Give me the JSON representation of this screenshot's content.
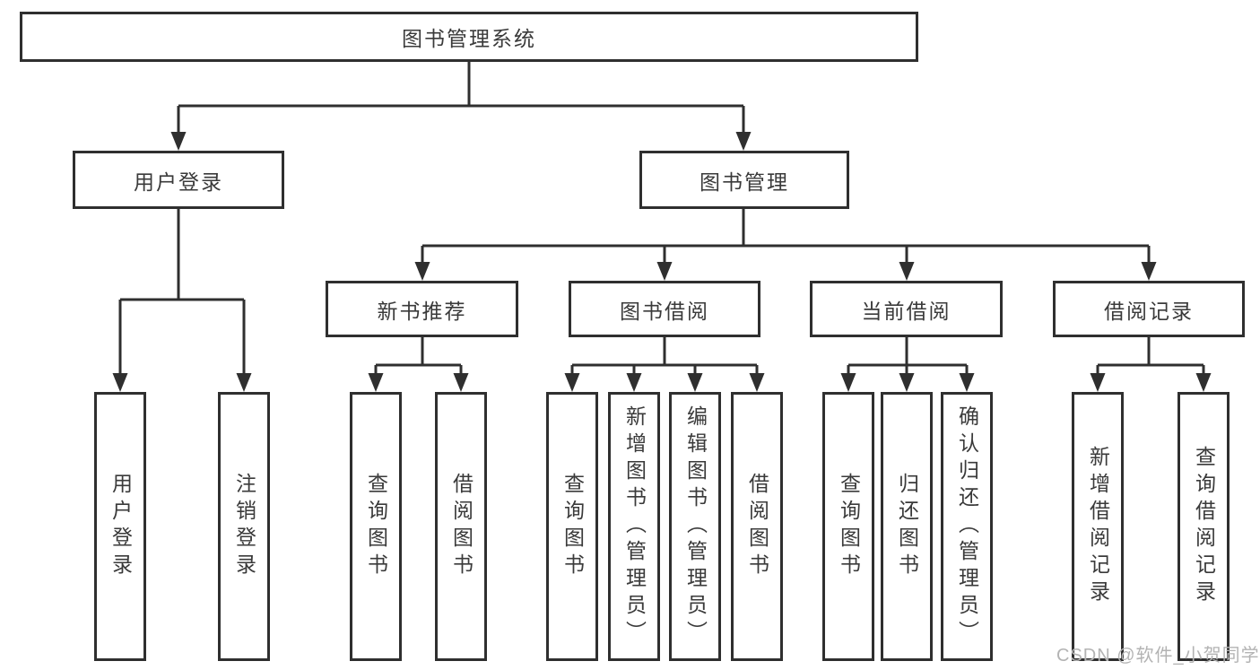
{
  "diagram": {
    "root": {
      "label": "图书管理系统"
    },
    "level2": [
      {
        "label": "用户登录"
      },
      {
        "label": "图书管理"
      }
    ],
    "level3": [
      {
        "label": "新书推荐",
        "parent": "图书管理"
      },
      {
        "label": "图书借阅",
        "parent": "图书管理"
      },
      {
        "label": "当前借阅",
        "parent": "图书管理"
      },
      {
        "label": "借阅记录",
        "parent": "图书管理"
      }
    ],
    "level4": [
      {
        "label": "用户登录",
        "parent": "用户登录"
      },
      {
        "label": "注销登录",
        "parent": "用户登录"
      },
      {
        "label": "查询图书",
        "parent": "新书推荐"
      },
      {
        "label": "借阅图书",
        "parent": "新书推荐"
      },
      {
        "label": "查询图书",
        "parent": "图书借阅"
      },
      {
        "label": "新增图书（管理员）",
        "parent": "图书借阅"
      },
      {
        "label": "编辑图书（管理员）",
        "parent": "图书借阅"
      },
      {
        "label": "借阅图书",
        "parent": "图书借阅"
      },
      {
        "label": "查询图书",
        "parent": "当前借阅"
      },
      {
        "label": "归还图书",
        "parent": "当前借阅"
      },
      {
        "label": "确认归还（管理员）",
        "parent": "当前借阅"
      },
      {
        "label": "新增借阅记录",
        "parent": "借阅记录"
      },
      {
        "label": "查询借阅记录",
        "parent": "借阅记录"
      }
    ]
  },
  "watermark": {
    "text": "CSDN @软件_小贺同学"
  },
  "colors": {
    "line": "#2f2f2f",
    "box_border": "#2f2f2f",
    "text": "#3a3a3a",
    "watermark": "#b3b3b3",
    "background": "#ffffff"
  }
}
